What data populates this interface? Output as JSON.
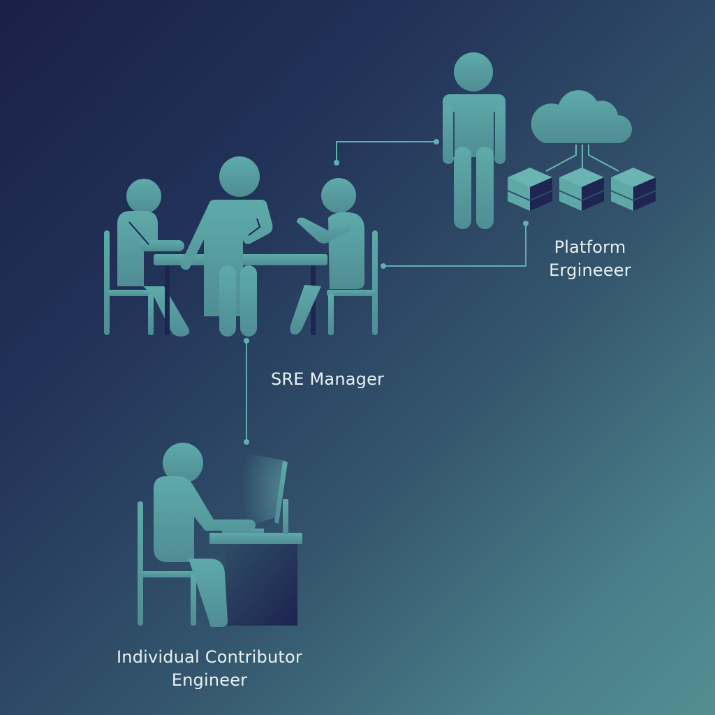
{
  "diagram": {
    "nodes": [
      {
        "id": "platform",
        "label_lines": [
          "Platform",
          "Ergineeer"
        ],
        "icon": "standing-person-with-cloud-servers"
      },
      {
        "id": "sre",
        "label_lines": [
          "SRE Manager"
        ],
        "icon": "team-meeting-at-table"
      },
      {
        "id": "ic",
        "label_lines": [
          "Individual Contributor",
          "Engineer"
        ],
        "icon": "person-at-computer-desk"
      }
    ],
    "edges": [
      {
        "from": "sre",
        "to": "platform",
        "path": "from right seated person head up to standing person"
      },
      {
        "from": "sre",
        "to": "platform",
        "path": "from right chair across to servers"
      },
      {
        "from": "sre",
        "to": "ic",
        "path": "vertical from table down to desk worker"
      }
    ]
  },
  "colors": {
    "background_start": "#1a2048",
    "background_end": "#538e92",
    "figure": "#5ba6a6",
    "dark_accent": "#1e2552",
    "connector": "#5fb0b0",
    "label_text": "#e8f1f2"
  }
}
